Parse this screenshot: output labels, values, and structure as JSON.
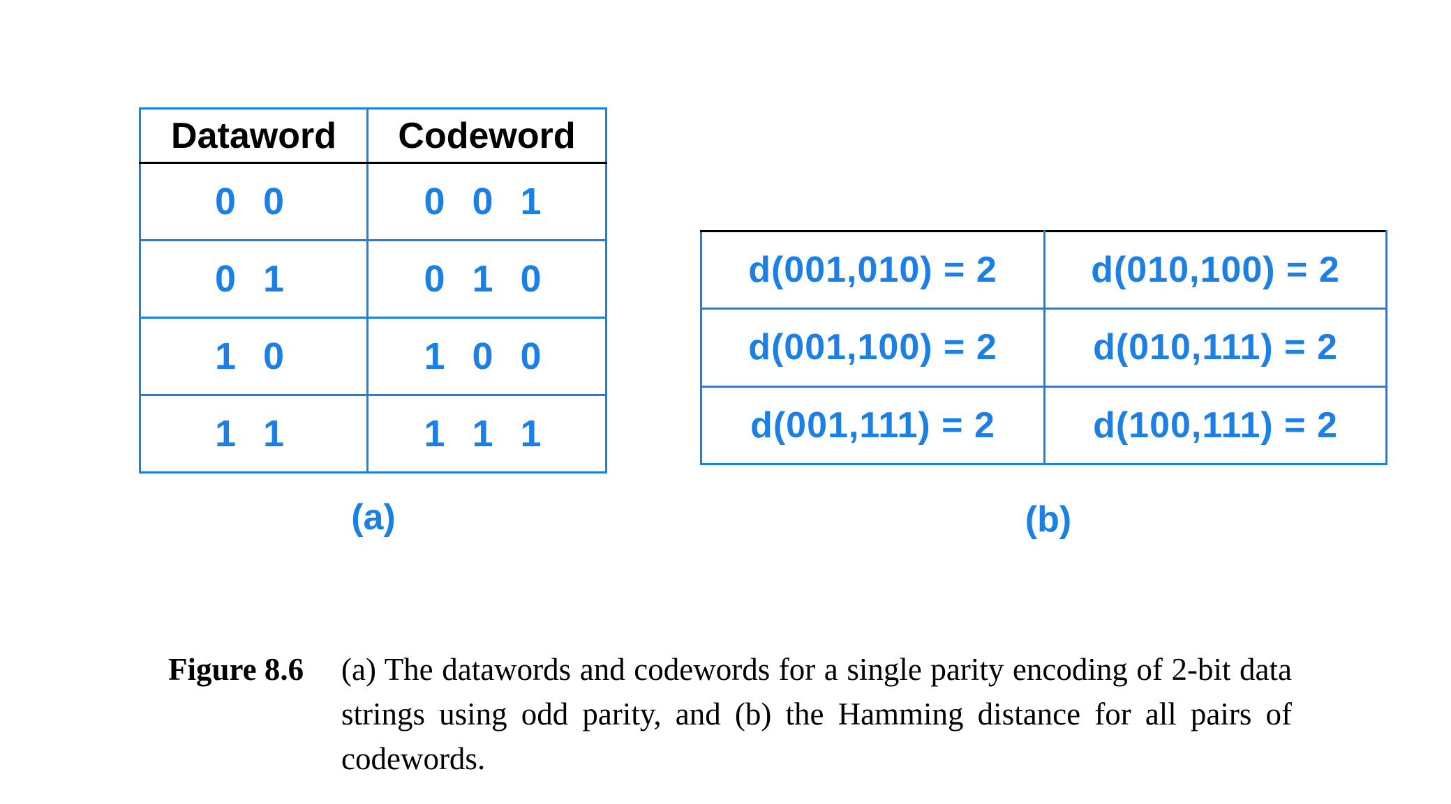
{
  "table_a": {
    "headers": [
      "Dataword",
      "Codeword"
    ],
    "rows": [
      [
        "0 0",
        "0 0 1"
      ],
      [
        "0 1",
        "0 1 0"
      ],
      [
        "1 0",
        "1 0 0"
      ],
      [
        "1 1",
        "1 1 1"
      ]
    ],
    "label": "(a)"
  },
  "table_b": {
    "rows": [
      [
        "d(001,010) = 2",
        "d(010,100) = 2"
      ],
      [
        "d(001,100) = 2",
        "d(010,111) = 2"
      ],
      [
        "d(001,111) = 2",
        "d(100,111) = 2"
      ]
    ],
    "label": "(b)"
  },
  "caption": {
    "figure_number": "Figure 8.6",
    "text": "(a) The datawords and codewords for a single parity encoding of 2-bit data strings using odd parity, and (b) the Hamming distance for all pairs of codewords."
  },
  "colors": {
    "accent": "#1a7fe6",
    "header_text": "#000000"
  }
}
